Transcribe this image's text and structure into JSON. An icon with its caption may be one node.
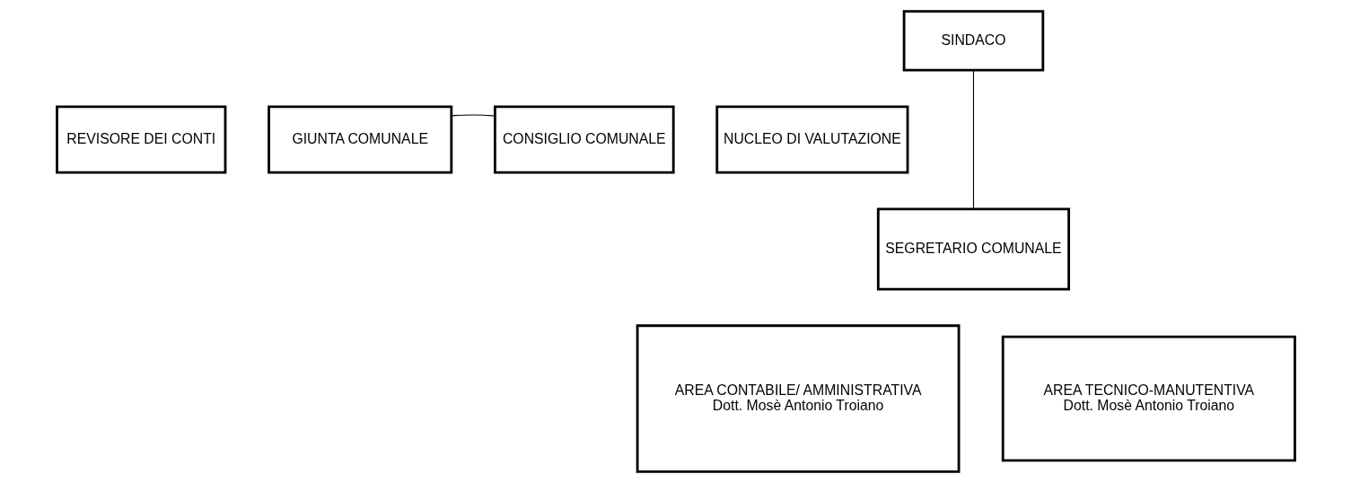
{
  "diagram": {
    "nodes": [
      {
        "text": [
          "SINDACO"
        ]
      },
      {
        "text": [
          "REVISORE DEI CONTI"
        ]
      },
      {
        "text": [
          "GIUNTA COMUNALE"
        ]
      },
      {
        "text": [
          "CONSIGLIO COMUNALE"
        ]
      },
      {
        "text": [
          "NUCLEO DI VALUTAZIONE"
        ]
      },
      {
        "text": [
          "SEGRETARIO COMUNALE"
        ]
      },
      {
        "text": [
          "AREA CONTABILE/ AMMINISTRATIVA",
          "Dott. Mosè Antonio Troiano"
        ]
      },
      {
        "text": [
          "AREA TECNICO-MANUTENTIVA",
          "Dott. Mosè Antonio Troiano"
        ]
      }
    ],
    "edges": [
      {
        "from": 0,
        "to": 5,
        "arrow": "none"
      },
      {
        "from": 2,
        "to": 3,
        "arrow": "none"
      }
    ]
  }
}
